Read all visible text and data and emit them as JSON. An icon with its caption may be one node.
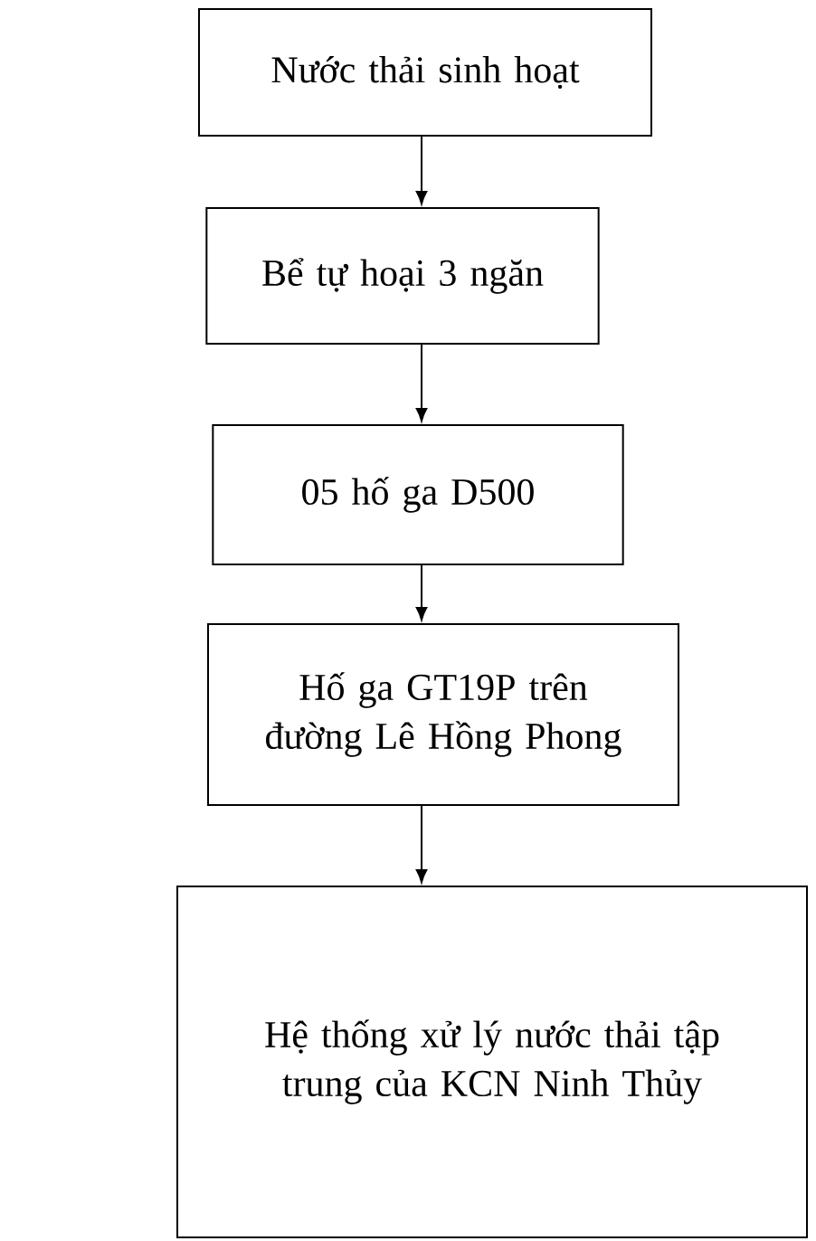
{
  "diagram": {
    "nodes": [
      {
        "text": [
          "Nước thải sinh hoạt"
        ]
      },
      {
        "text": [
          "Bể tự hoại 3 ngăn"
        ]
      },
      {
        "text": [
          "05 hố ga D500"
        ]
      },
      {
        "text": [
          "Hố ga GT19P trên đường Lê Hồng Phong"
        ]
      },
      {
        "text": [
          "Hệ thống xử lý nước thải tập trung của KCN Ninh Thủy"
        ]
      }
    ],
    "edges": [
      {
        "from": 0,
        "to": 1,
        "arrow": "to"
      },
      {
        "from": 1,
        "to": 2,
        "arrow": "to"
      },
      {
        "from": 2,
        "to": 3,
        "arrow": "to"
      },
      {
        "from": 3,
        "to": 4,
        "arrow": "to"
      }
    ]
  }
}
